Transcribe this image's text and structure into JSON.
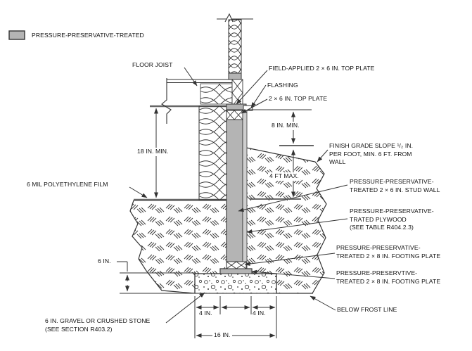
{
  "legend": {
    "label": "PRESSURE-PRESERVATIVE-TREATED",
    "swatch_color": "#b4b4b4"
  },
  "labels": {
    "floor_joist": "FLOOR JOIST",
    "field_applied_top_plate": "FIELD-APPLIED 2 × 6 IN. TOP PLATE",
    "flashing": "FLASHING",
    "top_plate": "2 × 6 IN. TOP PLATE",
    "finish_grade": [
      "FINISH GRADE SLOPE ¹/₂ IN.",
      "PER FOOT, MIN. 6 FT. FROM",
      "WALL"
    ],
    "stud_wall": [
      "PRESSURE-PRESERVATIVE-",
      "TREATED 2 × 6 IN. STUD WALL"
    ],
    "plywood": [
      "PRESSURE-PRESERVATIVE-",
      "TRATED PLYWOOD",
      "(SEE TABLE R404.2.3)"
    ],
    "footing_plate_upper": [
      "PRESSURE-PRESERVATIVE-",
      "TREATED 2 × 8 IN. FOOTING PLATE"
    ],
    "footing_plate_lower": [
      "PRESSURE-PRESERVTIVE-",
      "TREATED 2 × 8 IN. FOOTING PLATE"
    ],
    "below_frost_line": "BELOW FROST LINE",
    "poly_film": "6 MIL POLYETHYLENE FILM",
    "gravel_note": [
      "6 IN. GRAVEL OR CRUSHED STONE",
      "(SEE SECTION R403.2)"
    ]
  },
  "dimensions": {
    "wall_above_grade": "8 IN. MIN.",
    "joist_to_grade": "18 IN. MIN.",
    "backfill_max": "4 FT MAX.",
    "gravel_depth": "6 IN.",
    "footing_left": "4 IN.",
    "footing_right": "4 IN.",
    "footing_total": "16 IN."
  },
  "colors": {
    "treated_fill": "#b4b4b4",
    "plywood_fill": "#cfcfcf",
    "line": "#333333",
    "heavy_line": "#666666",
    "background": "#ffffff"
  }
}
